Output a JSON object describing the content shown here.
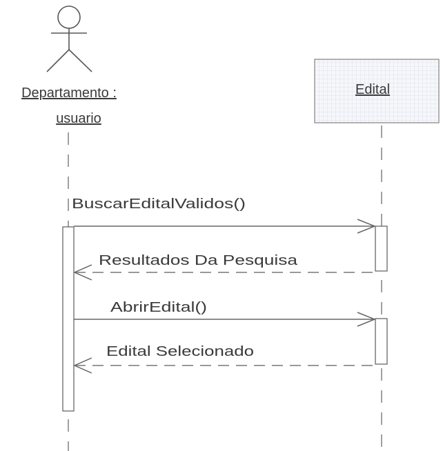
{
  "diagram": {
    "actor": {
      "name_line1": "Departamento :",
      "name_line2": "usuario"
    },
    "object": {
      "name": "Edital"
    },
    "messages": [
      {
        "label": "BuscarEditalValidos()",
        "kind": "call"
      },
      {
        "label": "Resultados Da Pesquisa",
        "kind": "return"
      },
      {
        "label": "AbrirEdital()",
        "kind": "call"
      },
      {
        "label": "Edital Selecionado",
        "kind": "return"
      }
    ]
  }
}
